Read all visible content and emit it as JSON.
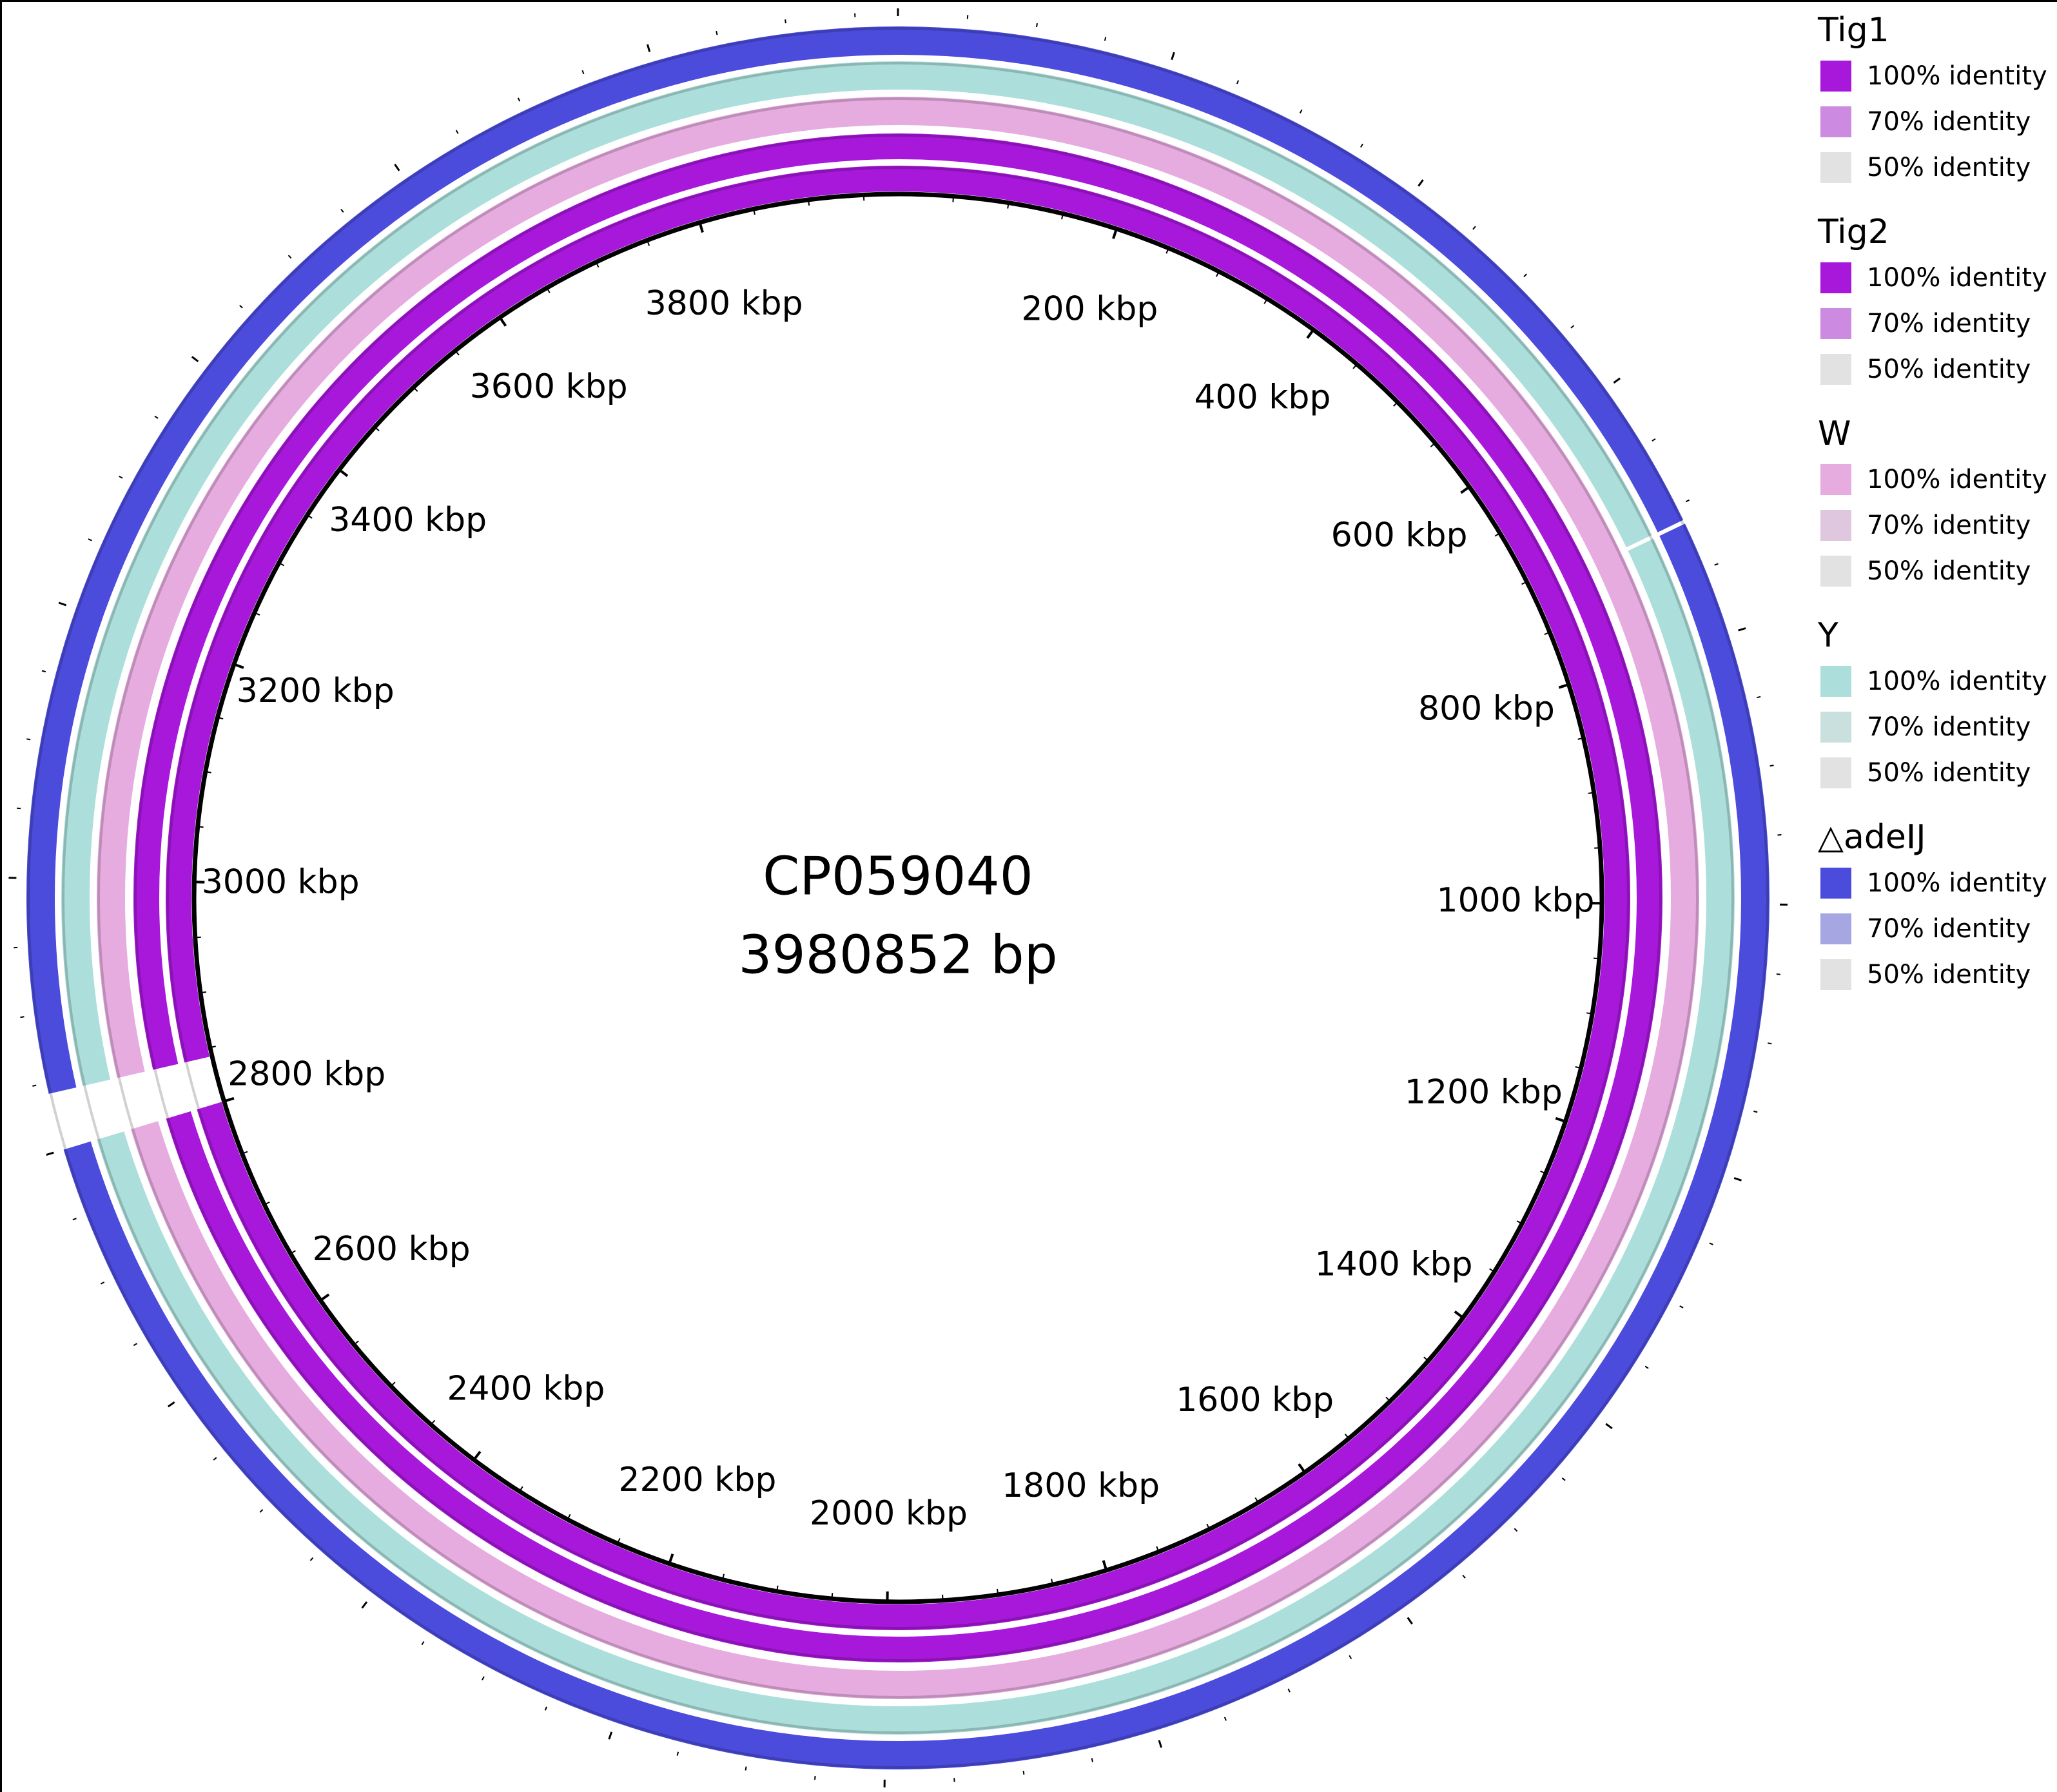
{
  "genome": {
    "name": "CP059040",
    "length_label": "3980852 bp",
    "length": 3980852
  },
  "axis": {
    "unit": "kbp",
    "ticks": [
      {
        "value": 200,
        "label": "200 kbp"
      },
      {
        "value": 400,
        "label": "400 kbp"
      },
      {
        "value": 600,
        "label": "600 kbp"
      },
      {
        "value": 800,
        "label": "800 kbp"
      },
      {
        "value": 1000,
        "label": "1000 kbp"
      },
      {
        "value": 1200,
        "label": "1200 kbp"
      },
      {
        "value": 1400,
        "label": "1400 kbp"
      },
      {
        "value": 1600,
        "label": "1600 kbp"
      },
      {
        "value": 1800,
        "label": "1800 kbp"
      },
      {
        "value": 2000,
        "label": "2000 kbp"
      },
      {
        "value": 2200,
        "label": "2200 kbp"
      },
      {
        "value": 2400,
        "label": "2400 kbp"
      },
      {
        "value": 2600,
        "label": "2600 kbp"
      },
      {
        "value": 2800,
        "label": "2800 kbp"
      },
      {
        "value": 3000,
        "label": "3000 kbp"
      },
      {
        "value": 3200,
        "label": "3200 kbp"
      },
      {
        "value": 3400,
        "label": "3400 kbp"
      },
      {
        "value": 3600,
        "label": "3600 kbp"
      },
      {
        "value": 3800,
        "label": "3800 kbp"
      }
    ]
  },
  "rings": [
    {
      "name": "Tig1",
      "color": "#a718da",
      "colors": [
        "#a718da",
        "#cc8be0",
        "#e2e2e2"
      ],
      "gaps_kbp": [
        [
          2800,
          2842
        ]
      ]
    },
    {
      "name": "Tig2",
      "color": "#a718da",
      "colors": [
        "#a718da",
        "#cc8be0",
        "#e2e2e2"
      ],
      "gaps_kbp": [
        [
          2800,
          2842
        ]
      ]
    },
    {
      "name": "W",
      "color": "#e6acdf",
      "colors": [
        "#e6acdf",
        "#dfc7df",
        "#e2e2e2"
      ],
      "gaps_kbp": [
        [
          2800,
          2842
        ]
      ]
    },
    {
      "name": "Y",
      "color": "#acdfdb",
      "colors": [
        "#acdfdb",
        "#c9e0df",
        "#e2e2e2"
      ],
      "gaps_kbp": [
        [
          2800,
          2842
        ],
        [
          711,
          714
        ]
      ]
    },
    {
      "name": "△adeIJ",
      "color": "#4b4bdc",
      "colors": [
        "#4b4bdc",
        "#a6a6e3",
        "#e2e2e2"
      ],
      "gaps_kbp": [
        [
          2800,
          2842
        ],
        [
          711,
          714
        ]
      ]
    }
  ],
  "legend": [
    {
      "title": "Tig1",
      "items": [
        {
          "label": "100% identity",
          "color": "#a718da"
        },
        {
          "label": "70% identity",
          "color": "#cc8be0"
        },
        {
          "label": "50% identity",
          "color": "#e2e2e2"
        }
      ]
    },
    {
      "title": "Tig2",
      "items": [
        {
          "label": "100% identity",
          "color": "#a718da"
        },
        {
          "label": "70% identity",
          "color": "#cc8be0"
        },
        {
          "label": "50% identity",
          "color": "#e2e2e2"
        }
      ]
    },
    {
      "title": "W",
      "items": [
        {
          "label": "100% identity",
          "color": "#e6acdf"
        },
        {
          "label": "70% identity",
          "color": "#dfc7df"
        },
        {
          "label": "50% identity",
          "color": "#e2e2e2"
        }
      ]
    },
    {
      "title": "Y",
      "items": [
        {
          "label": "100% identity",
          "color": "#acdfdb"
        },
        {
          "label": "70% identity",
          "color": "#c9e0df"
        },
        {
          "label": "50% identity",
          "color": "#e2e2e2"
        }
      ]
    },
    {
      "title": "△adeIJ",
      "items": [
        {
          "label": "100% identity",
          "color": "#4b4bdc"
        },
        {
          "label": "70% identity",
          "color": "#a6a6e3"
        },
        {
          "label": "50% identity",
          "color": "#e2e2e2"
        }
      ]
    }
  ]
}
